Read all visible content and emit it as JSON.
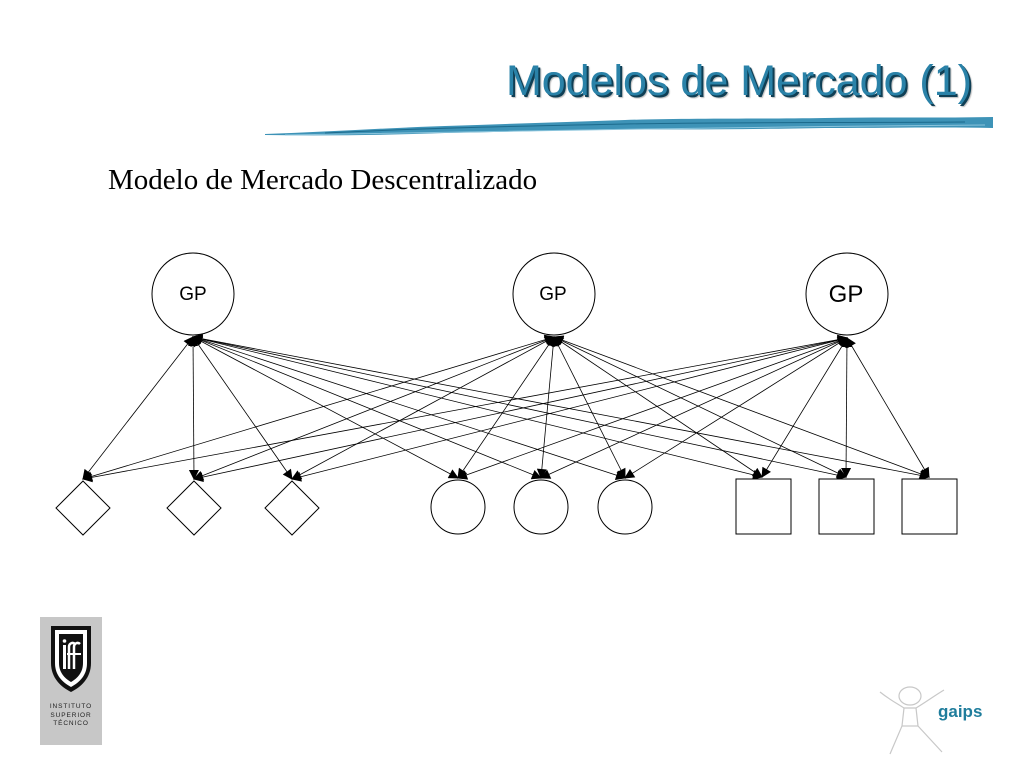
{
  "slide": {
    "title": "Modelos de Mercado (1)",
    "subtitle": "Modelo de Mercado Descentralizado"
  },
  "diagram": {
    "top_nodes": [
      {
        "label": "GP"
      },
      {
        "label": "GP"
      },
      {
        "label": "GP"
      }
    ],
    "bottom_nodes": [
      {
        "shape": "diamond"
      },
      {
        "shape": "diamond"
      },
      {
        "shape": "diamond"
      },
      {
        "shape": "circle"
      },
      {
        "shape": "circle"
      },
      {
        "shape": "circle"
      },
      {
        "shape": "square"
      },
      {
        "shape": "square"
      },
      {
        "shape": "square"
      }
    ],
    "edges": "every GP node connected by a bidirectional arrow to every bottom node"
  },
  "logos": {
    "ist": {
      "lines": [
        "INSTITUTO",
        "SUPERIOR",
        "TÉCNICO"
      ]
    },
    "gaips": {
      "text": "gaips"
    }
  },
  "colors": {
    "title": "#2a82a8",
    "swoosh": "#3e93b7",
    "gaips": "#1f7d9c"
  }
}
